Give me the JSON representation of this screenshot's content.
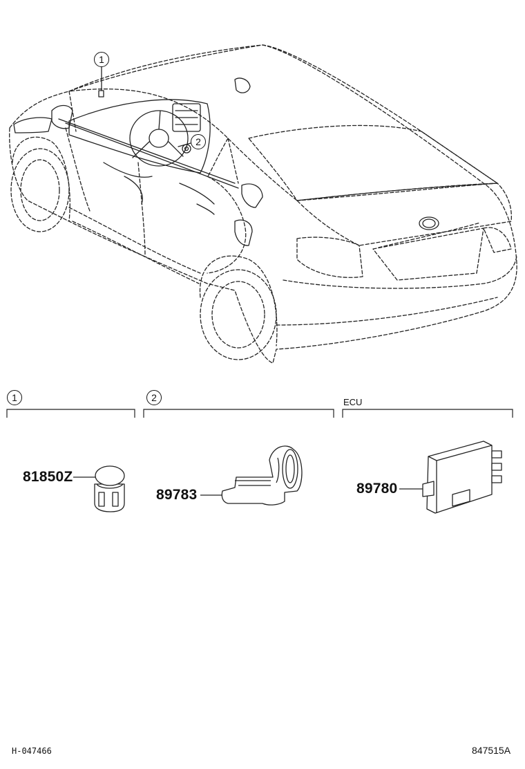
{
  "diagram": {
    "callouts": [
      {
        "id": "1",
        "text": "1"
      },
      {
        "id": "2",
        "text": "2"
      }
    ],
    "sections": [
      {
        "mark": "1",
        "label": ""
      },
      {
        "mark": "2",
        "label": ""
      },
      {
        "mark": "",
        "label": "ECU"
      }
    ],
    "parts": [
      {
        "number": "81850Z"
      },
      {
        "number": "89783"
      },
      {
        "number": "89780"
      }
    ],
    "footer": {
      "left_code": "H-047466",
      "right_code": "847515A"
    }
  }
}
